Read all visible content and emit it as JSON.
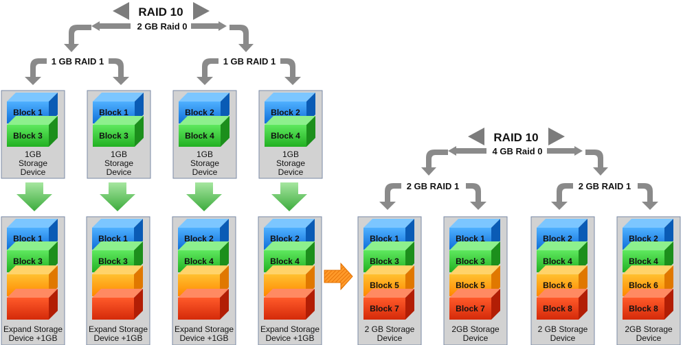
{
  "colors": {
    "blue": "#1f8ff0",
    "green": "#33cc33",
    "orange": "#ff9c10",
    "red": "#ee3311",
    "device_bg": "#d2d2d2",
    "device_border": "#7a8aa6",
    "arrow_gray": "#8a8a8a",
    "arrow_green": "#4fc04f",
    "arrow_orange": "#ff8a1a"
  },
  "left_tree": {
    "title": "RAID 10",
    "subtitle": "2 GB Raid 0",
    "groups": [
      {
        "label": "1 GB RAID 1"
      },
      {
        "label": "1 GB RAID 1"
      }
    ]
  },
  "right_tree": {
    "title": "RAID 10",
    "subtitle": "4 GB Raid 0",
    "groups": [
      {
        "label": "2 GB RAID 1"
      },
      {
        "label": "2 GB RAID 1"
      }
    ]
  },
  "original_devices": [
    {
      "blocks": [
        "Block 1",
        "Block 3"
      ],
      "caption": [
        "1GB",
        "Storage",
        "Device"
      ]
    },
    {
      "blocks": [
        "Block 1",
        "Block 3"
      ],
      "caption": [
        "1GB",
        "Storage",
        "Device"
      ]
    },
    {
      "blocks": [
        "Block 2",
        "Block 4"
      ],
      "caption": [
        "1GB",
        "Storage",
        "Device"
      ]
    },
    {
      "blocks": [
        "Block 2",
        "Block 4"
      ],
      "caption": [
        "1GB",
        "Storage",
        "Device"
      ]
    }
  ],
  "expanded_devices": [
    {
      "blocks": [
        "Block 1",
        "Block 3",
        "",
        ""
      ],
      "caption": [
        "Expand Storage",
        "Device +1GB"
      ]
    },
    {
      "blocks": [
        "Block 1",
        "Block 3",
        "",
        ""
      ],
      "caption": [
        "Expand Storage",
        "Device +1GB"
      ]
    },
    {
      "blocks": [
        "Block 2",
        "Block 4",
        "",
        ""
      ],
      "caption": [
        "Expand Storage",
        "Device +1GB"
      ]
    },
    {
      "blocks": [
        "Block 2",
        "Block 4",
        "",
        ""
      ],
      "caption": [
        "Expand Storage",
        "Device +1GB"
      ]
    }
  ],
  "final_devices": [
    {
      "blocks": [
        "Block 1",
        "Block 3",
        "Block 5",
        "Block 7"
      ],
      "caption": [
        "2 GB Storage",
        "Device"
      ]
    },
    {
      "blocks": [
        "Block 1",
        "Block 3",
        "Block 5",
        "Block 7"
      ],
      "caption": [
        "2GB Storage",
        "Device"
      ]
    },
    {
      "blocks": [
        "Block 2",
        "Block 4",
        "Block 6",
        "Block 8"
      ],
      "caption": [
        "2 GB Storage",
        "Device"
      ]
    },
    {
      "blocks": [
        "Block 2",
        "Block 4",
        "Block 6",
        "Block 8"
      ],
      "caption": [
        "2GB Storage",
        "Device"
      ]
    }
  ]
}
